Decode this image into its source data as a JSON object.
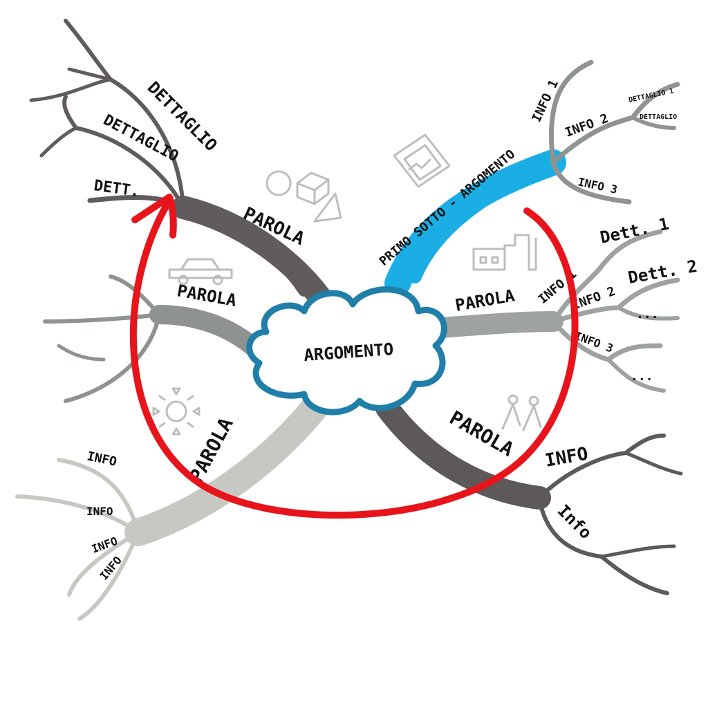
{
  "center": {
    "label": "ARGOMENTO",
    "color": "#1f7fa8"
  },
  "branches": {
    "top_left": {
      "label": "PAROLA",
      "color": "#605b5c",
      "children": [
        "DETTAGLIO",
        "DETTAGLIO",
        "DETT."
      ]
    },
    "left": {
      "label": "PAROLA",
      "color": "#8f938f"
    },
    "bottom_left": {
      "label": "PAROLA",
      "color": "#c8c8c2",
      "children": [
        "INFO",
        "INFO",
        "INFO",
        "INFO"
      ]
    },
    "bottom_right": {
      "label": "PAROLA",
      "color": "#5d595a",
      "children": [
        "INFO",
        "Info"
      ]
    },
    "right": {
      "label": "PAROLA",
      "color": "#9ea3a2",
      "children": [
        "INFO 1",
        "INFO 2",
        "INFO 3"
      ],
      "details": [
        "Dett. 1",
        "Dett. 2",
        "...",
        "..."
      ]
    },
    "top_right": {
      "label": "PRIMO SOTTO - ARGOMENTO",
      "color": "#1aaee4",
      "children": [
        "INFO 1",
        "INFO 2",
        "INFO 3"
      ],
      "details": [
        "DETTAGLIO 1",
        "DETTAGLIO"
      ]
    }
  },
  "arrow": {
    "color": "#e8141b"
  },
  "icons": [
    "shapes-sketch-icon",
    "car-sketch-icon",
    "sun-sketch-icon",
    "picture-sketch-icon",
    "building-sketch-icon",
    "people-sketch-icon"
  ]
}
